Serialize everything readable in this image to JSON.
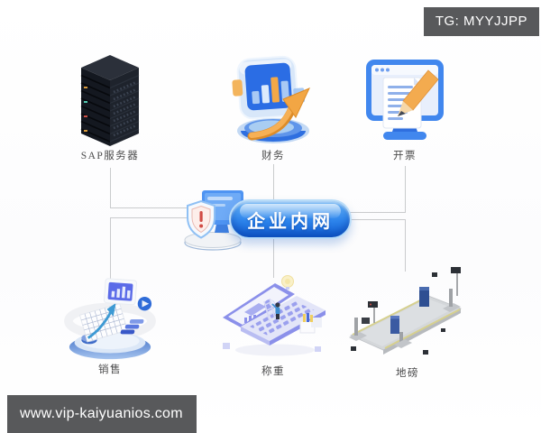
{
  "overlays": {
    "telegram_badge": "TG: MYYJJPP",
    "watermark_url": "www.vip-kaiyuanios.com",
    "overlay_bg": "#58595b",
    "overlay_text_color": "#ffffff"
  },
  "hub": {
    "label": "企业内网",
    "icon": "shield-monitor-icon",
    "pill_color_top": "#6ab5f6",
    "pill_color_bottom": "#1160d6",
    "pill_border": "#b9dcf8"
  },
  "nodes": [
    {
      "id": "sap-server",
      "label": "SAP服务器",
      "icon": "server-rack-icon",
      "position": "top-left"
    },
    {
      "id": "finance",
      "label": "财务",
      "icon": "finance-dashboard-arrow-icon",
      "position": "top-center"
    },
    {
      "id": "invoicing",
      "label": "开票",
      "icon": "monitor-invoice-pencil-icon",
      "position": "top-right"
    },
    {
      "id": "sales",
      "label": "销售",
      "icon": "sales-podium-chart-icon",
      "position": "bottom-left"
    },
    {
      "id": "weighing",
      "label": "称重",
      "icon": "laptop-operator-icon",
      "position": "bottom-center"
    },
    {
      "id": "weighbridge",
      "label": "地磅",
      "icon": "truck-scale-icon",
      "position": "bottom-right"
    }
  ],
  "connector_color": "#c9cbcd"
}
